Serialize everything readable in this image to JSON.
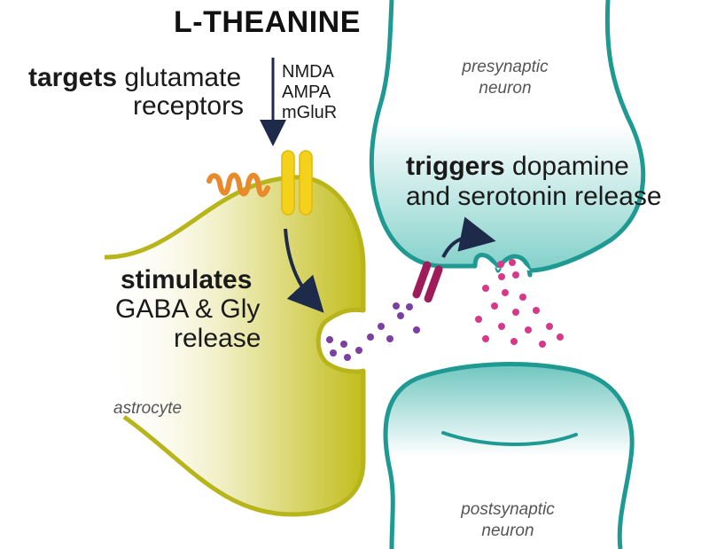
{
  "title": "L-THEANINE",
  "targets": {
    "bold": "targets",
    "line1_rest": "glutamate",
    "line2": "receptors"
  },
  "receptor_list": [
    "NMDA",
    "AMPA",
    "mGluR"
  ],
  "stimulates": {
    "bold": "stimulates",
    "line2": "GABA & Gly",
    "line3": "release"
  },
  "triggers": {
    "bold": "triggers",
    "line1_rest": "dopamine",
    "line2": "and serotonin release"
  },
  "labels": {
    "presynaptic_1": "presynaptic",
    "presynaptic_2": "neuron",
    "astrocyte": "astrocyte",
    "postsynaptic_1": "postsynaptic",
    "postsynaptic_2": "neuron"
  },
  "colors": {
    "astrocyte_fill": "#c8c21f",
    "neuron_stroke": "#1e9a93",
    "neuron_fill": "#8fd3cd",
    "receptor_yellow": "#f4d21b",
    "receptor_orange": "#e8892b",
    "receptor_magenta": "#a01b5a",
    "arrow": "#1e2a4a",
    "vesicle_purple": "#7b3fa3",
    "vesicle_pink": "#d6398a"
  }
}
